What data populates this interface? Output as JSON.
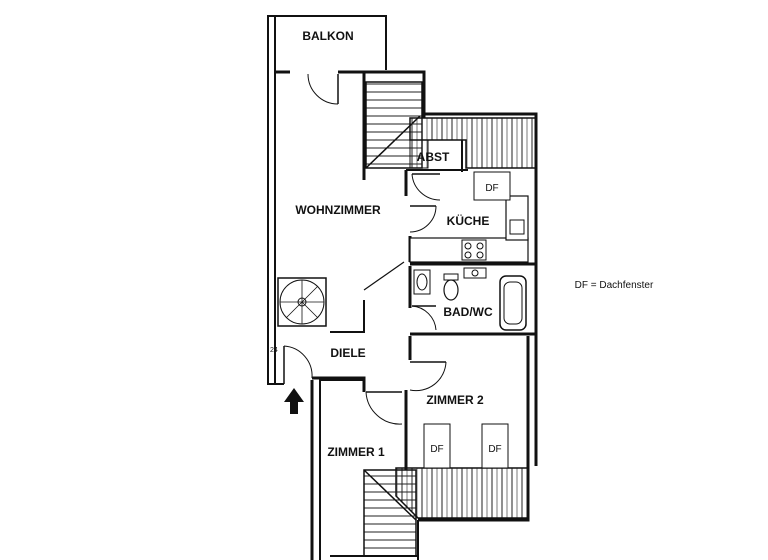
{
  "rooms": {
    "balkon": "BALKON",
    "wohnzimmer": "WOHNZIMMER",
    "abst": "ABST",
    "kueche": "KÜCHE",
    "bad": "BAD/WC",
    "diele": "DIELE",
    "zimmer1": "ZIMMER 1",
    "zimmer2": "ZIMMER 2"
  },
  "skylights": {
    "abst": "DF",
    "zimmer2_left": "DF",
    "zimmer2_right": "DF"
  },
  "legend": "DF = Dachfenster",
  "edge_mark": "24",
  "entrance_icon": "entrance-arrow-icon"
}
